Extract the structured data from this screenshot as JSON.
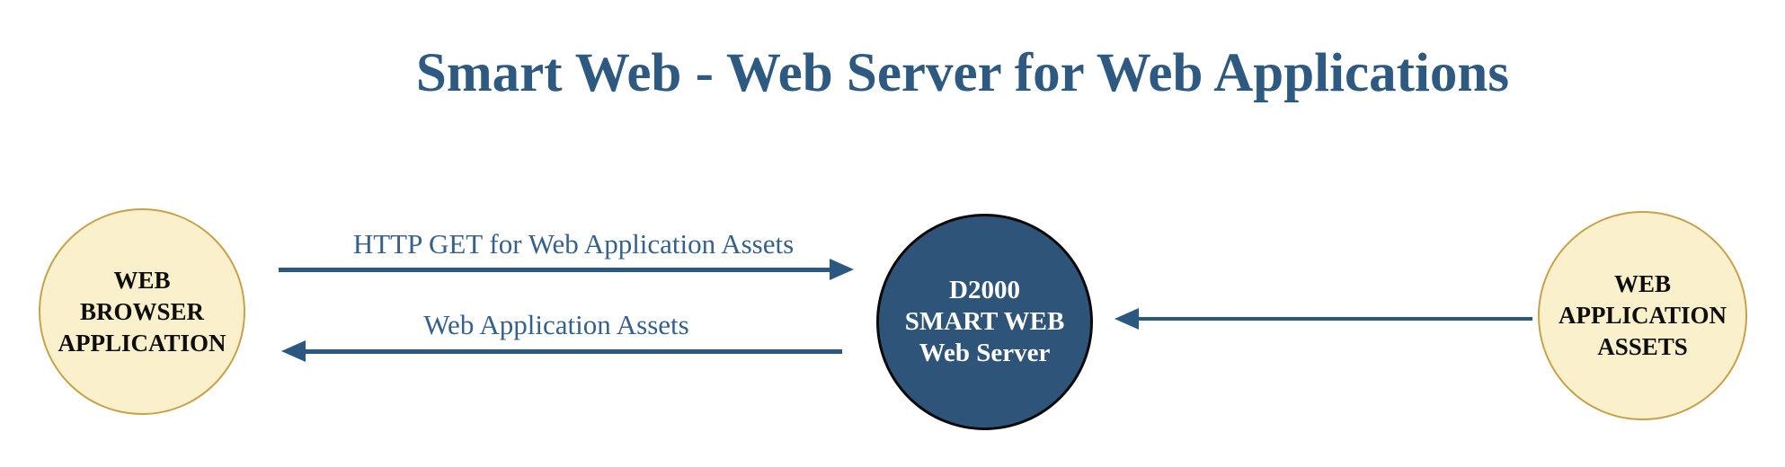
{
  "title": "Smart Web - Web Server for Web Applications",
  "nodes": {
    "browser": {
      "lines": [
        "WEB",
        "BROWSER",
        "APPLICATION"
      ]
    },
    "server": {
      "lines": [
        "D2000",
        "SMART WEB",
        "Web Server"
      ]
    },
    "assets": {
      "lines": [
        "WEB",
        "APPLICATION",
        "ASSETS"
      ]
    }
  },
  "arrows": {
    "request": {
      "label": "HTTP GET for Web Application Assets",
      "from": "browser",
      "to": "server",
      "direction": "right"
    },
    "response": {
      "label": "Web Application Assets",
      "from": "server",
      "to": "browser",
      "direction": "left"
    },
    "assets_feed": {
      "label": "",
      "from": "assets",
      "to": "server",
      "direction": "left"
    }
  },
  "colors": {
    "background": "#FFFFFF",
    "title_text": "#2E5981",
    "arrow_line": "#2B5881",
    "arrow_label_text": "#35618C",
    "node_cream_fill": "#FBF0CC",
    "node_gold_border": "#C6A24C",
    "node_cream_text": "#0D0D0D",
    "server_fill": "#2E547A",
    "server_border": "#0A0A0A",
    "server_text": "#FFFFFF"
  }
}
